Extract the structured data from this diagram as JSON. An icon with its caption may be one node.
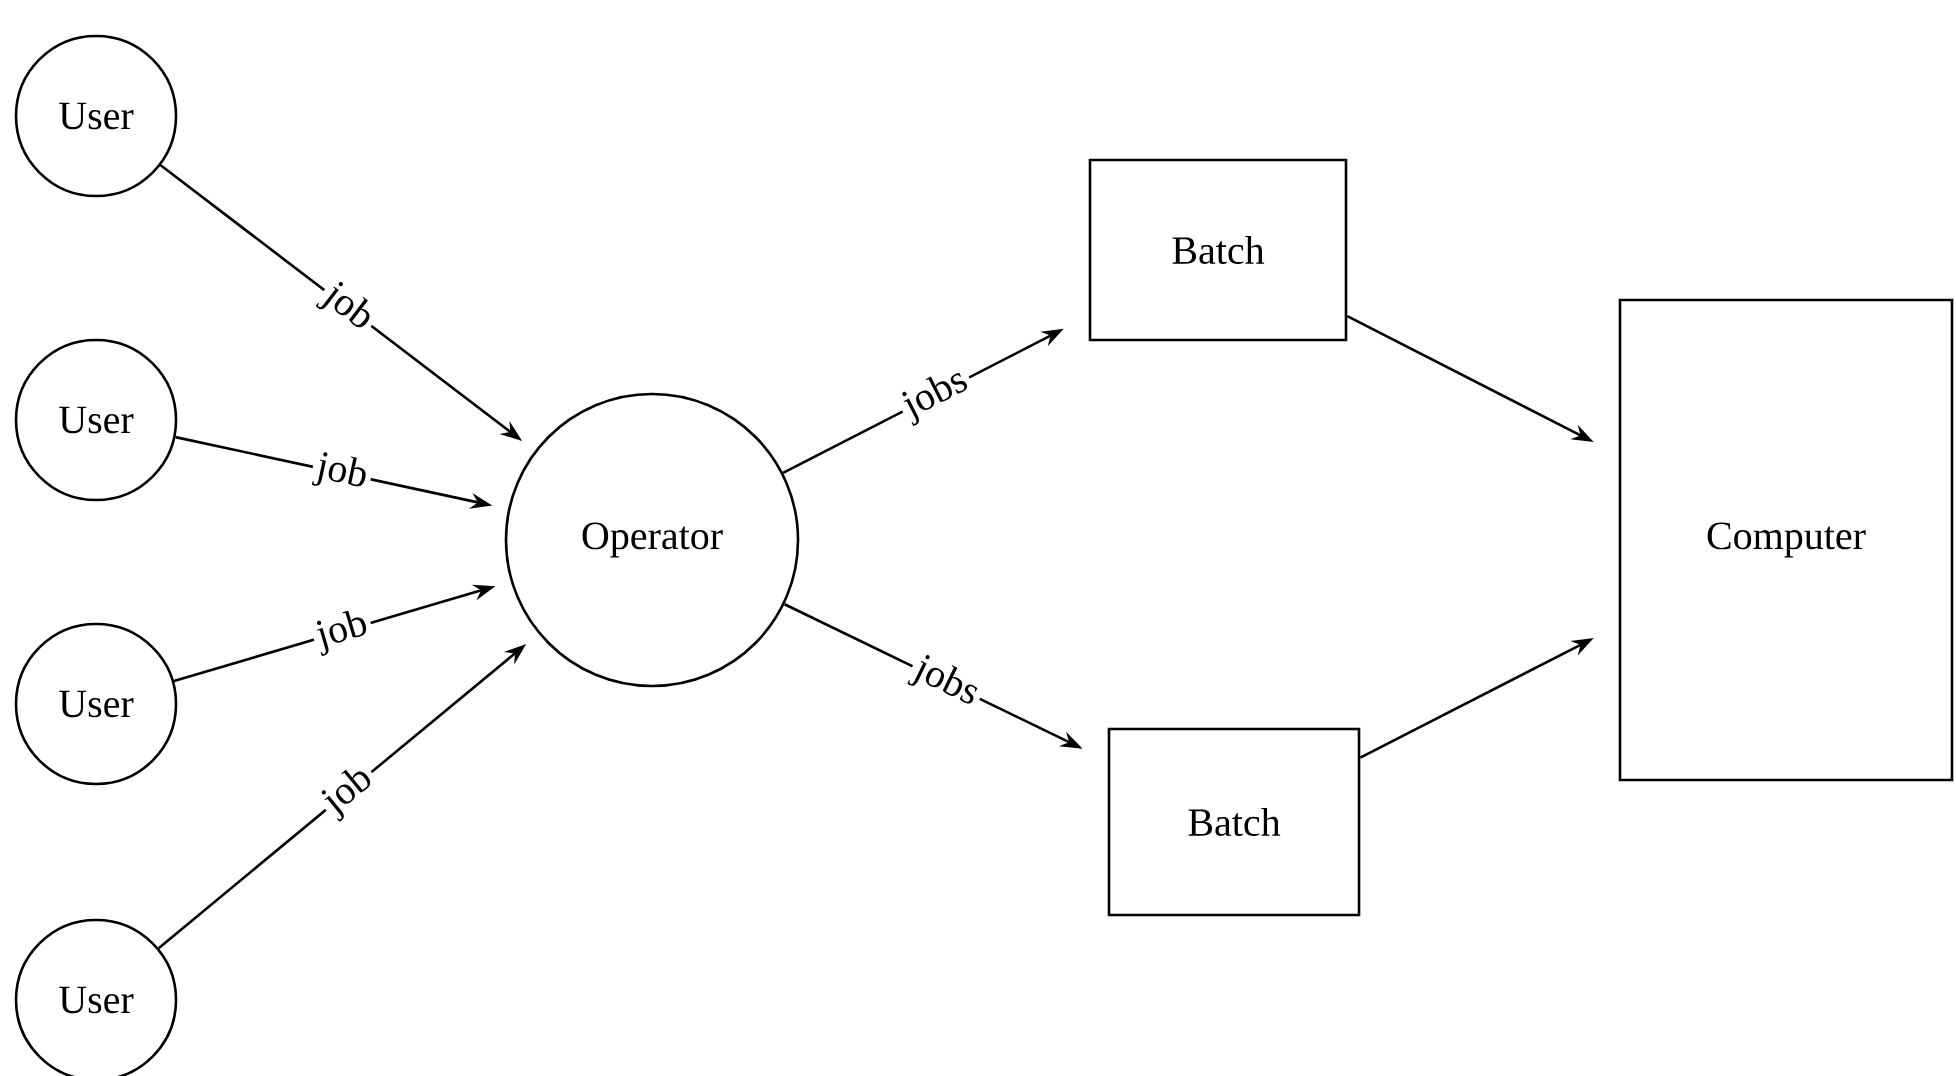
{
  "diagram": {
    "nodes": [
      {
        "text": [
          "User"
        ]
      },
      {
        "text": [
          "User"
        ]
      },
      {
        "text": [
          "User"
        ]
      },
      {
        "text": [
          "User"
        ]
      },
      {
        "text": [
          "Operator"
        ]
      },
      {
        "text": [
          "Batch"
        ]
      },
      {
        "text": [
          "Batch"
        ]
      },
      {
        "text": [
          "Computer"
        ]
      }
    ],
    "edges": [
      {
        "from": 0,
        "to": 4,
        "arrow": "to",
        "label": "job"
      },
      {
        "from": 1,
        "to": 4,
        "arrow": "to",
        "label": "job"
      },
      {
        "from": 2,
        "to": 4,
        "arrow": "to",
        "label": "job"
      },
      {
        "from": 3,
        "to": 4,
        "arrow": "to",
        "label": "job"
      },
      {
        "from": 4,
        "to": 5,
        "arrow": "to",
        "label": "jobs"
      },
      {
        "from": 4,
        "to": 6,
        "arrow": "to",
        "label": "jobs"
      },
      {
        "from": 5,
        "to": 7,
        "arrow": "to"
      },
      {
        "from": 6,
        "to": 7,
        "arrow": "to"
      }
    ]
  }
}
